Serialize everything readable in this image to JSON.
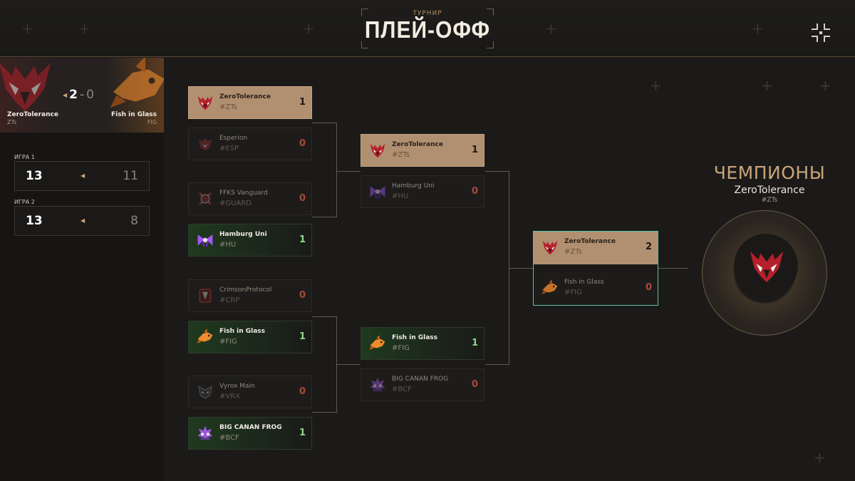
{
  "header": {
    "subtitle": "ТУРНИР",
    "title": "ПЛЕЙ-ОФФ"
  },
  "match": {
    "team1": {
      "name": "ZeroTolerance",
      "tag": "ZTs"
    },
    "team2": {
      "name": "Fish in Glass",
      "tag": "FIG"
    },
    "score1": "2",
    "separator": "-",
    "score2": "0",
    "games": [
      {
        "label": "ИГРА 1",
        "score1": "13",
        "score2": "11"
      },
      {
        "label": "ИГРА 2",
        "score1": "13",
        "score2": "8"
      }
    ]
  },
  "bracket": {
    "round1": [
      {
        "name": "ZeroTolerance",
        "tag": "#ZTs",
        "score": "1"
      },
      {
        "name": "Esperion",
        "tag": "#ESP",
        "score": "0"
      },
      {
        "name": "FFKS Vanguard",
        "tag": "#GUARD",
        "score": "0"
      },
      {
        "name": "Hamburg Uni",
        "tag": "#HU",
        "score": "1"
      },
      {
        "name": "CrimsonProtocol",
        "tag": "#CRP",
        "score": "0"
      },
      {
        "name": "Fish in Glass",
        "tag": "#FIG",
        "score": "1"
      },
      {
        "name": "Vyrox Main",
        "tag": "#VRX",
        "score": "0"
      },
      {
        "name": "BIG CANAN FROG",
        "tag": "#BCF",
        "score": "1"
      }
    ],
    "round2": [
      {
        "name": "ZeroTolerance",
        "tag": "#ZTs",
        "score": "1"
      },
      {
        "name": "Hamburg Uni",
        "tag": "#HU",
        "score": "0"
      },
      {
        "name": "Fish in Glass",
        "tag": "#FIG",
        "score": "1"
      },
      {
        "name": "BIG CANAN FROG",
        "tag": "#BCF",
        "score": "0"
      }
    ],
    "final": [
      {
        "name": "ZeroTolerance",
        "tag": "#ZTs",
        "score": "2"
      },
      {
        "name": "Fish in Glass",
        "tag": "#FIG",
        "score": "0"
      }
    ]
  },
  "champion": {
    "title": "ЧЕМПИОНЫ",
    "name": "ZeroTolerance",
    "tag": "#ZTs"
  },
  "colors": {
    "gold": "#b09071",
    "win_green": "#8fd78a",
    "loss_red": "#a84a3a",
    "final_border": "#5fc0a3"
  }
}
